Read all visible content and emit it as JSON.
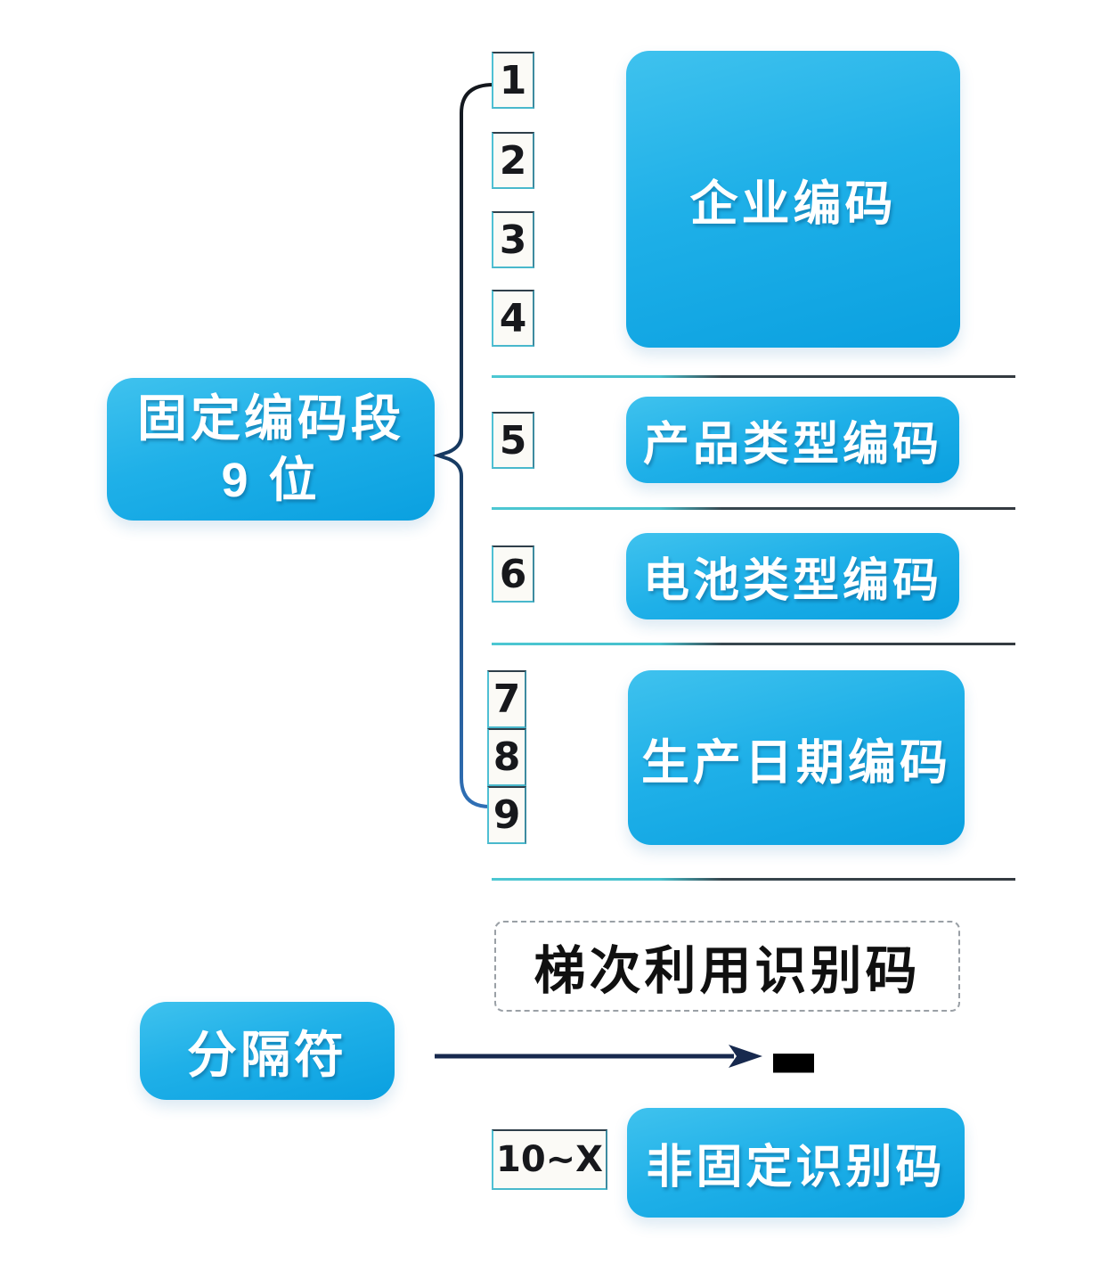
{
  "diagram": {
    "fixed_segment": {
      "line1": "固定编码段",
      "line2": "9 位"
    },
    "digits": [
      "1",
      "2",
      "3",
      "4",
      "5",
      "6",
      "7",
      "8",
      "9"
    ],
    "sections": {
      "enterprise": {
        "digits": "1-4",
        "label": "企业编码"
      },
      "product_type": {
        "digits": "5",
        "label": "产品类型编码"
      },
      "battery_type": {
        "digits": "6",
        "label": "电池类型编码"
      },
      "production_date": {
        "digits": "7-9",
        "label": "生产日期编码"
      }
    },
    "cascade": {
      "label": "梯次利用识别码"
    },
    "separator": {
      "label": "分隔符",
      "symbol": "-"
    },
    "non_fixed": {
      "range": "10~X",
      "label": "非固定识别码"
    },
    "colors": {
      "box_blue_top": "#3fc2ee",
      "box_blue_bottom": "#0aa0e0",
      "divider_teal": "#4cc7d2",
      "divider_dark": "#343a40",
      "brace_top": "#14171c",
      "brace_bottom": "#2f6fb5",
      "arrow_navy": "#17294e",
      "digit_box_bg": "#fbfaf6",
      "text_white": "#ffffff",
      "text_black": "#101010"
    }
  }
}
